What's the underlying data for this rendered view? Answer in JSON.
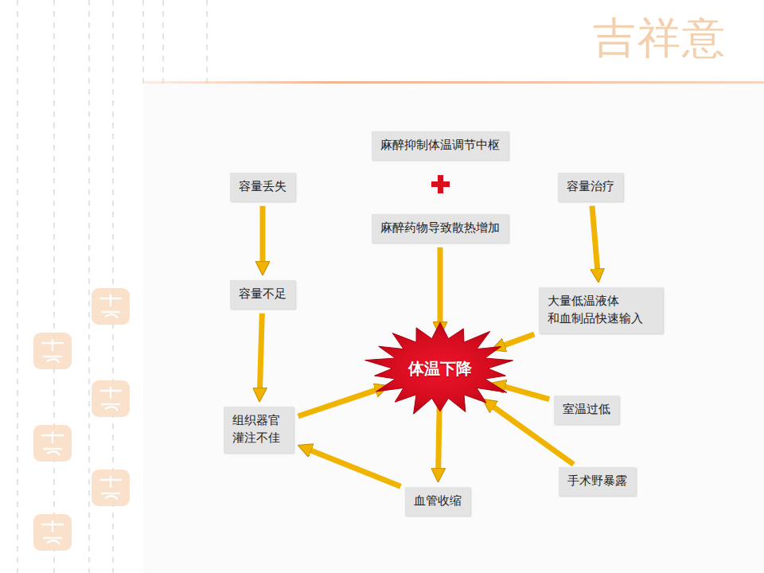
{
  "diagram": {
    "nodes": [
      {
        "text": [
          "麻醉抑制体温调节中枢"
        ]
      },
      {
        "text": [
          "容量丢失"
        ]
      },
      {
        "text": [
          "容量治疗"
        ]
      },
      {
        "text": [
          "麻醉药物导致散热增加"
        ]
      },
      {
        "text": [
          "容量不足"
        ]
      },
      {
        "text": [
          "大量低温液体 和血制品快速输入"
        ]
      },
      {
        "text": [
          "体温下降"
        ]
      },
      {
        "text": [
          "室温过低"
        ]
      },
      {
        "text": [
          "组织器官 灌注不佳"
        ]
      },
      {
        "text": [
          "血管收缩"
        ]
      },
      {
        "text": [
          "手术野暴露"
        ]
      }
    ],
    "edges": [
      {
        "from": 1,
        "to": 4,
        "arrow": "to"
      },
      {
        "from": 4,
        "to": 8,
        "arrow": "to"
      },
      {
        "from": 8,
        "to": 6,
        "arrow": "to"
      },
      {
        "from": 3,
        "to": 6,
        "arrow": "to"
      },
      {
        "from": 2,
        "to": 5,
        "arrow": "to"
      },
      {
        "from": 5,
        "to": 6,
        "arrow": "to"
      },
      {
        "from": 7,
        "to": 6,
        "arrow": "to"
      },
      {
        "from": 10,
        "to": 6,
        "arrow": "to"
      },
      {
        "from": 6,
        "to": 9,
        "arrow": "to"
      },
      {
        "from": 9,
        "to": 8,
        "arrow": "to"
      }
    ],
    "labels": [
      "吉祥意"
    ]
  }
}
